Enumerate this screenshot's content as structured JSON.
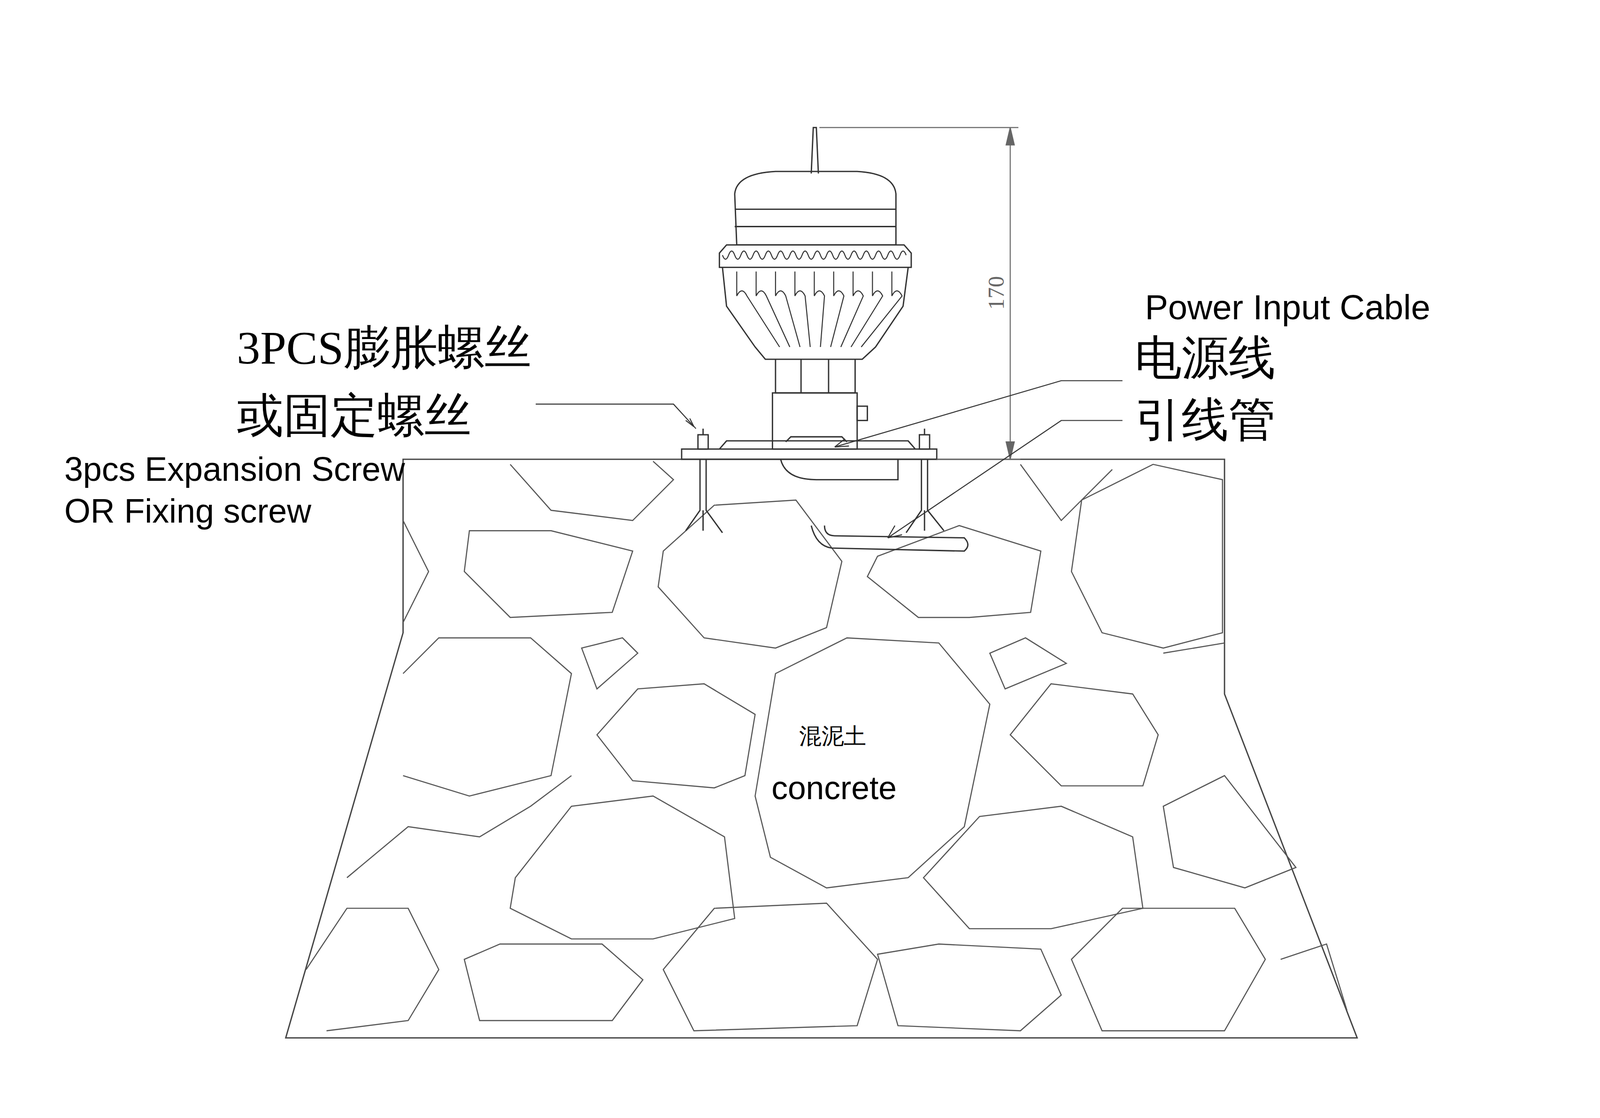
{
  "diagram": {
    "labels": [
      "3PCS膨胀螺丝",
      "或固定螺丝",
      "3pcs Expansion Screw",
      "OR Fixing screw",
      "170",
      "Power Input Cable",
      "电源线",
      "引线管",
      "混泥土",
      "concrete"
    ]
  }
}
